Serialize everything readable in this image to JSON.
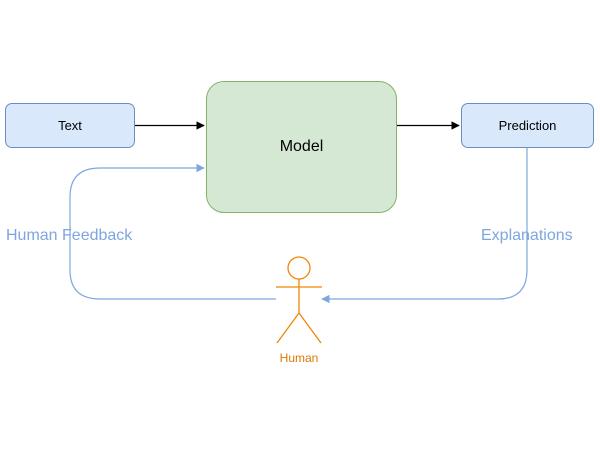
{
  "nodes": {
    "text": "Text",
    "model": "Model",
    "prediction": "Prediction"
  },
  "edges": {
    "feedback_label": "Human Feedback",
    "explanations_label": "Explanations"
  },
  "actor": {
    "label": "Human"
  },
  "colors": {
    "blue_fill": "#dae8fc",
    "blue_stroke": "#6c8ebf",
    "green_fill": "#d5e8d4",
    "green_stroke": "#82b366",
    "loop_line": "#7ea6e0",
    "actor": "#f08705",
    "arrow": "#000000"
  }
}
